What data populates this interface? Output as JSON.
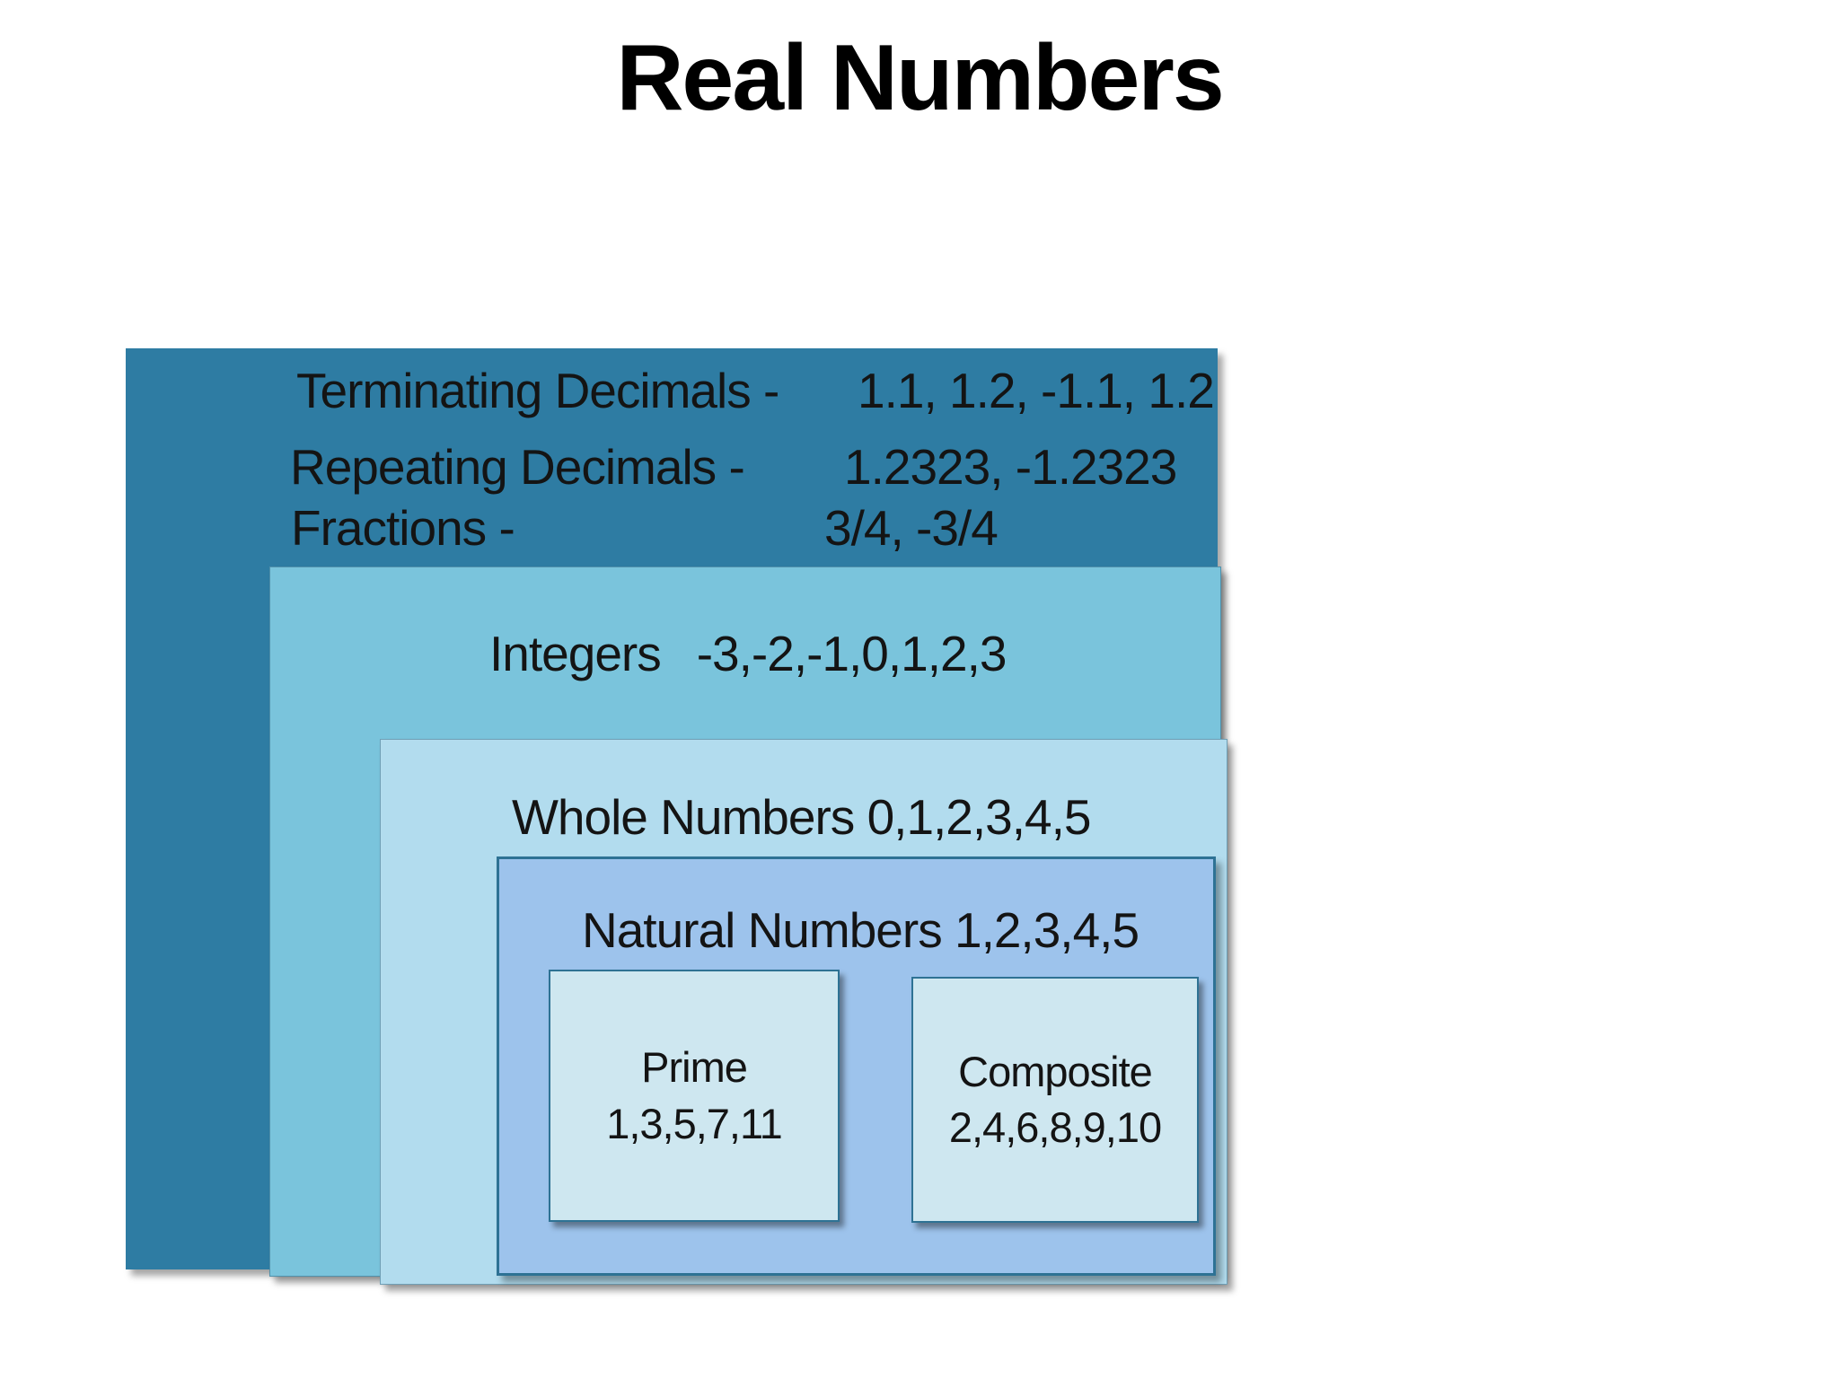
{
  "title": "Real Numbers",
  "colors": {
    "real": "#2E7CA3",
    "integers": "#7AC4DC",
    "whole": "#B2DCEE",
    "natural": "#9DC3EC",
    "leaf": "#CEE7F0",
    "border": "#2E7294",
    "text": "#141414"
  },
  "sets": {
    "real": {
      "lines": [
        {
          "label": "Terminating Decimals -",
          "value": "1.1, 1.2, -1.1, 1.2"
        },
        {
          "label": "Repeating Decimals -",
          "value": "1.2323, -1.2323"
        },
        {
          "label": "Fractions -",
          "value": "3/4, -3/4"
        }
      ]
    },
    "integers": {
      "label": "Integers",
      "value": "-3,-2,-1,0,1,2,3"
    },
    "whole": {
      "label": "Whole Numbers 0,1,2,3,4,5"
    },
    "natural": {
      "label": "Natural Numbers 1,2,3,4,5"
    },
    "prime": {
      "label": "Prime",
      "value": "1,3,5,7,11"
    },
    "composite": {
      "label": "Composite",
      "value": "2,4,6,8,9,10"
    }
  }
}
